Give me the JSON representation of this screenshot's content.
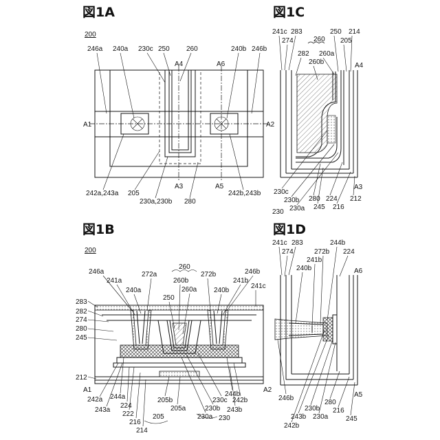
{
  "figures": {
    "fig_1a": {
      "title": "図1A",
      "ref": "200",
      "labels": {
        "l246a": "246a",
        "l240a": "240a",
        "l230c": "230c",
        "l250": "250",
        "l260": "260",
        "l240b": "240b",
        "l246b": "246b",
        "lA4": "A4",
        "lA6": "A6",
        "lA1": "A1",
        "lA2": "A2",
        "l242a243a": "242a,243a",
        "l205": "205",
        "lA3": "A3",
        "l230a230b": "230a,230b",
        "l280": "280",
        "lA5": "A5",
        "l242b243b": "242b,243b"
      }
    },
    "fig_1b": {
      "title": "図1B",
      "ref": "200",
      "labels": {
        "l260": "260",
        "l246a": "246a",
        "l241a": "241a",
        "l272a": "272a",
        "l260b": "260b",
        "l272b": "272b",
        "l246b": "246b",
        "l240a": "240a",
        "l250": "250",
        "l260a": "260a",
        "l240b": "240b",
        "l241b": "241b",
        "l241c": "241c",
        "l283": "283",
        "l282": "282",
        "l274": "274",
        "l280": "280",
        "l245": "245",
        "l212": "212",
        "lA1": "A1",
        "lA2": "A2",
        "l242a": "242a",
        "l244a": "244a",
        "l243a": "243a",
        "l224": "224",
        "l222": "222",
        "l216": "216",
        "l214": "214",
        "l205b": "205b",
        "l205a": "205a",
        "l205": "205",
        "l230b": "230b",
        "l230a": "230a",
        "l230c": "230c",
        "l230": "230",
        "l244b": "244b",
        "l242b": "242b",
        "l243b": "243b"
      }
    },
    "fig_1c": {
      "title": "図1C",
      "labels": {
        "l241c": "241c",
        "l283": "283",
        "l260": "260",
        "l250": "250",
        "l214": "214",
        "l274": "274",
        "l282": "282",
        "l260a": "260a",
        "l205": "205",
        "l260b": "260b",
        "lA4": "A4",
        "l230c": "230c",
        "l230b": "230b",
        "l230a": "230a",
        "l280": "280",
        "l245": "245",
        "l224": "224",
        "l216": "216",
        "l212": "212",
        "lA3": "A3",
        "l230": "230"
      }
    },
    "fig_1d": {
      "title": "図1D",
      "labels": {
        "l241c": "241c",
        "l283": "283",
        "l274": "274",
        "l272b": "272b",
        "l244b": "244b",
        "l241b": "241b",
        "l224": "224",
        "l240b": "240b",
        "lA6": "A6",
        "l246b": "246b",
        "l242b": "242b",
        "l243b": "243b",
        "l230b": "230b",
        "l230a": "230a",
        "l280": "280",
        "l216": "216",
        "l245": "245",
        "lA5": "A5"
      }
    }
  }
}
